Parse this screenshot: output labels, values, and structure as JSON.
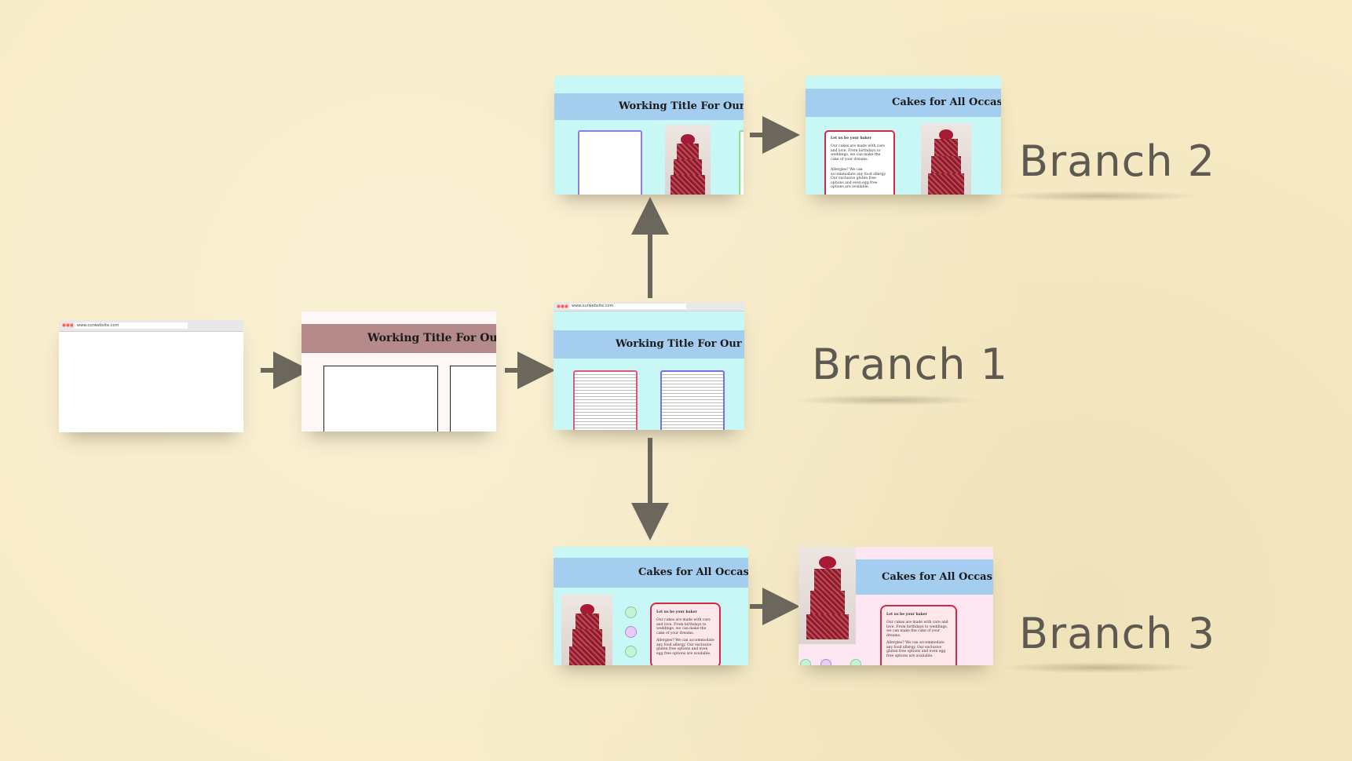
{
  "diagram": {
    "branches": [
      {
        "label": "Branch 1"
      },
      {
        "label": "Branch 2"
      },
      {
        "label": "Branch 3"
      }
    ],
    "thumbnails": {
      "blank": {
        "url": "www.ourwebsite.com"
      },
      "wireframe": {
        "header": "Working Title For Our Web"
      },
      "b1_site": {
        "url": "www.ourwebsite.com",
        "header": "Working Title For Our Web"
      },
      "b2_site_a": {
        "header": "Working Title For Our Web"
      },
      "b2_site_b": {
        "header": "Cakes for All Occasio",
        "card_title": "Let us be your baker",
        "card_p1": "Our cakes are made with care and love. From birthdays to weddings, we can make the cake of your dreams.",
        "card_p2": "Allergies? We can accommodate any food allergy. Our exclusive gluten free options and even egg free options are available."
      },
      "b3_site_a": {
        "header": "Cakes for All Occasio",
        "card_title": "Let us be your baker",
        "card_p1": "Our cakes are made with care and love. From birthdays to weddings, we can make the cake of your dreams.",
        "card_p2": "Allergies? We can accommodate any food allergy. Our exclusive gluten free options and even egg free options are available."
      },
      "b3_site_b": {
        "header": "Cakes for All Occas",
        "card_title": "Let us be your baker",
        "card_p1": "Our cakes are made with care and love. From birthdays to weddings, we can make the cake of your dreams.",
        "card_p2": "Allergies? We can accommodate any food allergy. Our exclusive gluten free options and even egg free options are available."
      }
    },
    "colors": {
      "background": "#f7ebc6",
      "arrow": "#6b675c",
      "label": "#5e5a52",
      "site_bg": "#c9f7f6",
      "site_header": "#a5cdf0",
      "wireframe_header": "#b58a8a",
      "branch3_bg": "#fbe6f1"
    }
  }
}
